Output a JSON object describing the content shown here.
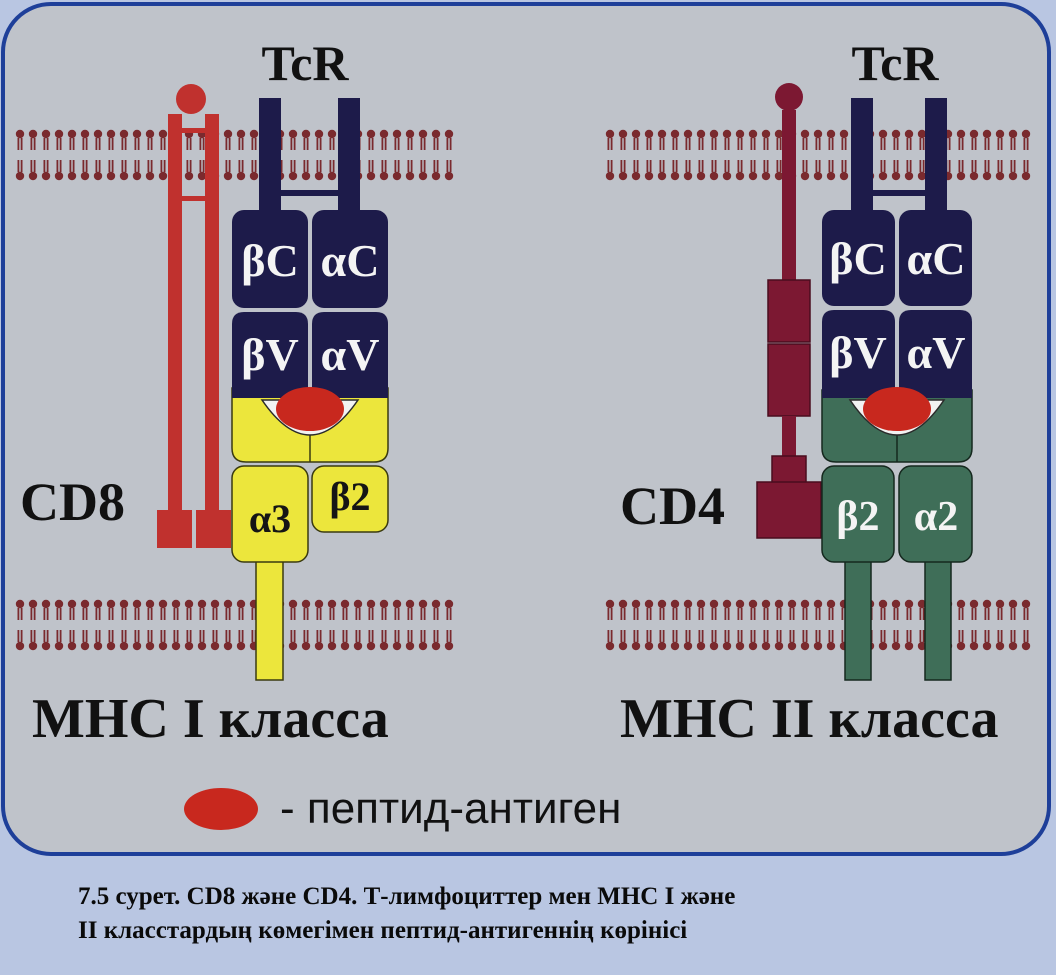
{
  "diagram": {
    "left": {
      "receptor_label": "TcR",
      "coreceptor_label": "CD8",
      "tcr_domains": {
        "beta_c": "βC",
        "alpha_c": "αC",
        "beta_v": "βV",
        "alpha_v": "αV"
      },
      "mhc_domains": {
        "alpha3": "α3",
        "beta2": "β2"
      },
      "mhc_title": "МНС I класса"
    },
    "right": {
      "receptor_label": "TcR",
      "coreceptor_label": "CD4",
      "tcr_domains": {
        "beta_c": "βC",
        "alpha_c": "αC",
        "beta_v": "βV",
        "alpha_v": "αV"
      },
      "mhc_domains": {
        "beta2": "β2",
        "alpha2": "α2"
      },
      "mhc_title": "МНС II класса"
    },
    "legend": {
      "text": "- пептид-антиген",
      "symbol": "peptide-antigen-oval"
    }
  },
  "caption": {
    "line1": "7.5 сурет. CD8 және CD4. Т-лимфоциттер мен МНС І және",
    "line2": "ІІ класстардың көмегімен пептид-антигеннің көрінісі"
  },
  "colors": {
    "panel": "#bfc3ca",
    "panel_border": "#1e3f99",
    "tcr": "#1d1b4a",
    "cd8": "#c0312e",
    "cd4": "#7c1832",
    "mhc1": "#ece63c",
    "mhc2": "#3f6e58",
    "peptide": "#c8281e",
    "lipid": "#7a2a2e",
    "outer_bg": "#b9c6e2"
  }
}
